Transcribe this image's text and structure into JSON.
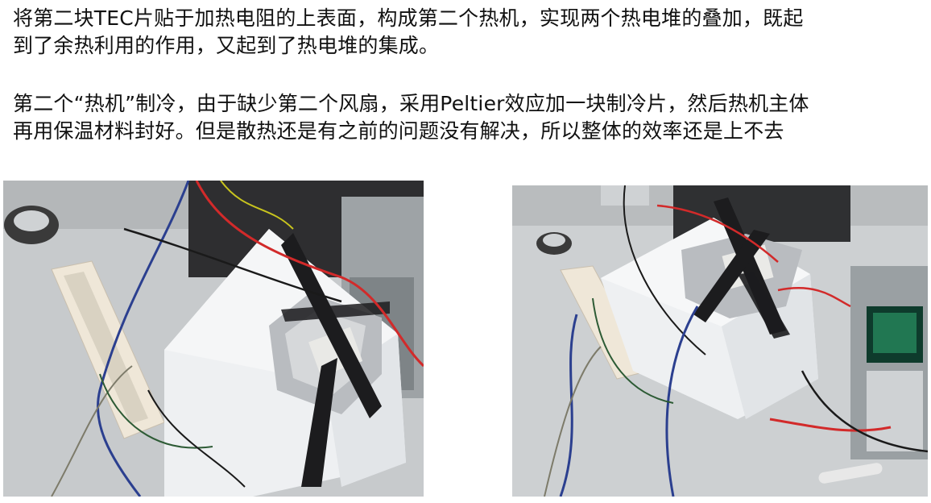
{
  "paragraphs": [
    {
      "lines": [
        "将第二块TEC片贴于加热电阻的上表面，构成第二个热机，实现两个热电堆的叠加，既起",
        "到了余热利用的作用，又起到了热电堆的集成。"
      ]
    },
    {
      "lines": [
        "第二个“热机”制冷，由于缺少第二个风扇，采用Peltier效应加一块制冷片，然后热机主体",
        "再用保温材料封好。但是散热还是有之前的问题没有解决，所以整体的效率还是上不去"
      ]
    }
  ],
  "photos": [
    {
      "description": "foam-insulated-thermoelectric-assembly-left"
    },
    {
      "description": "foam-insulated-thermoelectric-assembly-right"
    }
  ],
  "colors": {
    "text": "#111111",
    "foam": "#eef0f2",
    "tape": "#1c1c1e",
    "foil": "#b9bcc0",
    "bench": "#c9ccce",
    "wire_red": "#d22a2a",
    "wire_blue": "#2b3f8f",
    "wire_black": "#1a1a1a",
    "breadboard": "#efe7d8",
    "tape_roll": "#3a3a3a"
  }
}
